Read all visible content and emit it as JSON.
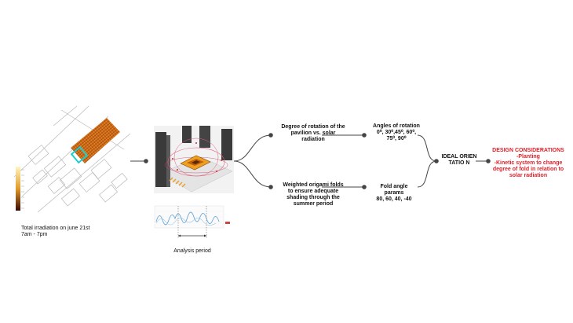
{
  "site_map": {
    "caption_line1": "Total irradiation  on june 21st",
    "caption_line2": "7am - 7pm"
  },
  "analysis": {
    "caption": "Analysis period"
  },
  "branch_top": {
    "text": "Degree of rotation  of the pavilion vs. solar radiation",
    "result_title": "Angles of rotation",
    "result_values": "0⁰, 30⁰,45⁰, 60⁰, 75⁰, 90⁰"
  },
  "branch_bottom": {
    "text": "Weighted origami folds to ensure adequate shading through the summer period",
    "result_title": "Fold angle params",
    "result_values": "80, 60, 40, -40"
  },
  "ideal": {
    "text": "IDEAL ORIENTATIO N"
  },
  "design": {
    "title": "DESIGN CONSIDERATIONS",
    "line1": "-Planting",
    "line2": "-Kinetic system to change degree of fold in relation  to solar radiation",
    "color": "#e0202a"
  },
  "colors": {
    "line": "#444444",
    "heat_dark": "#a0400a",
    "heat_light": "#f4b23a",
    "highlight": "#19d0d0"
  }
}
